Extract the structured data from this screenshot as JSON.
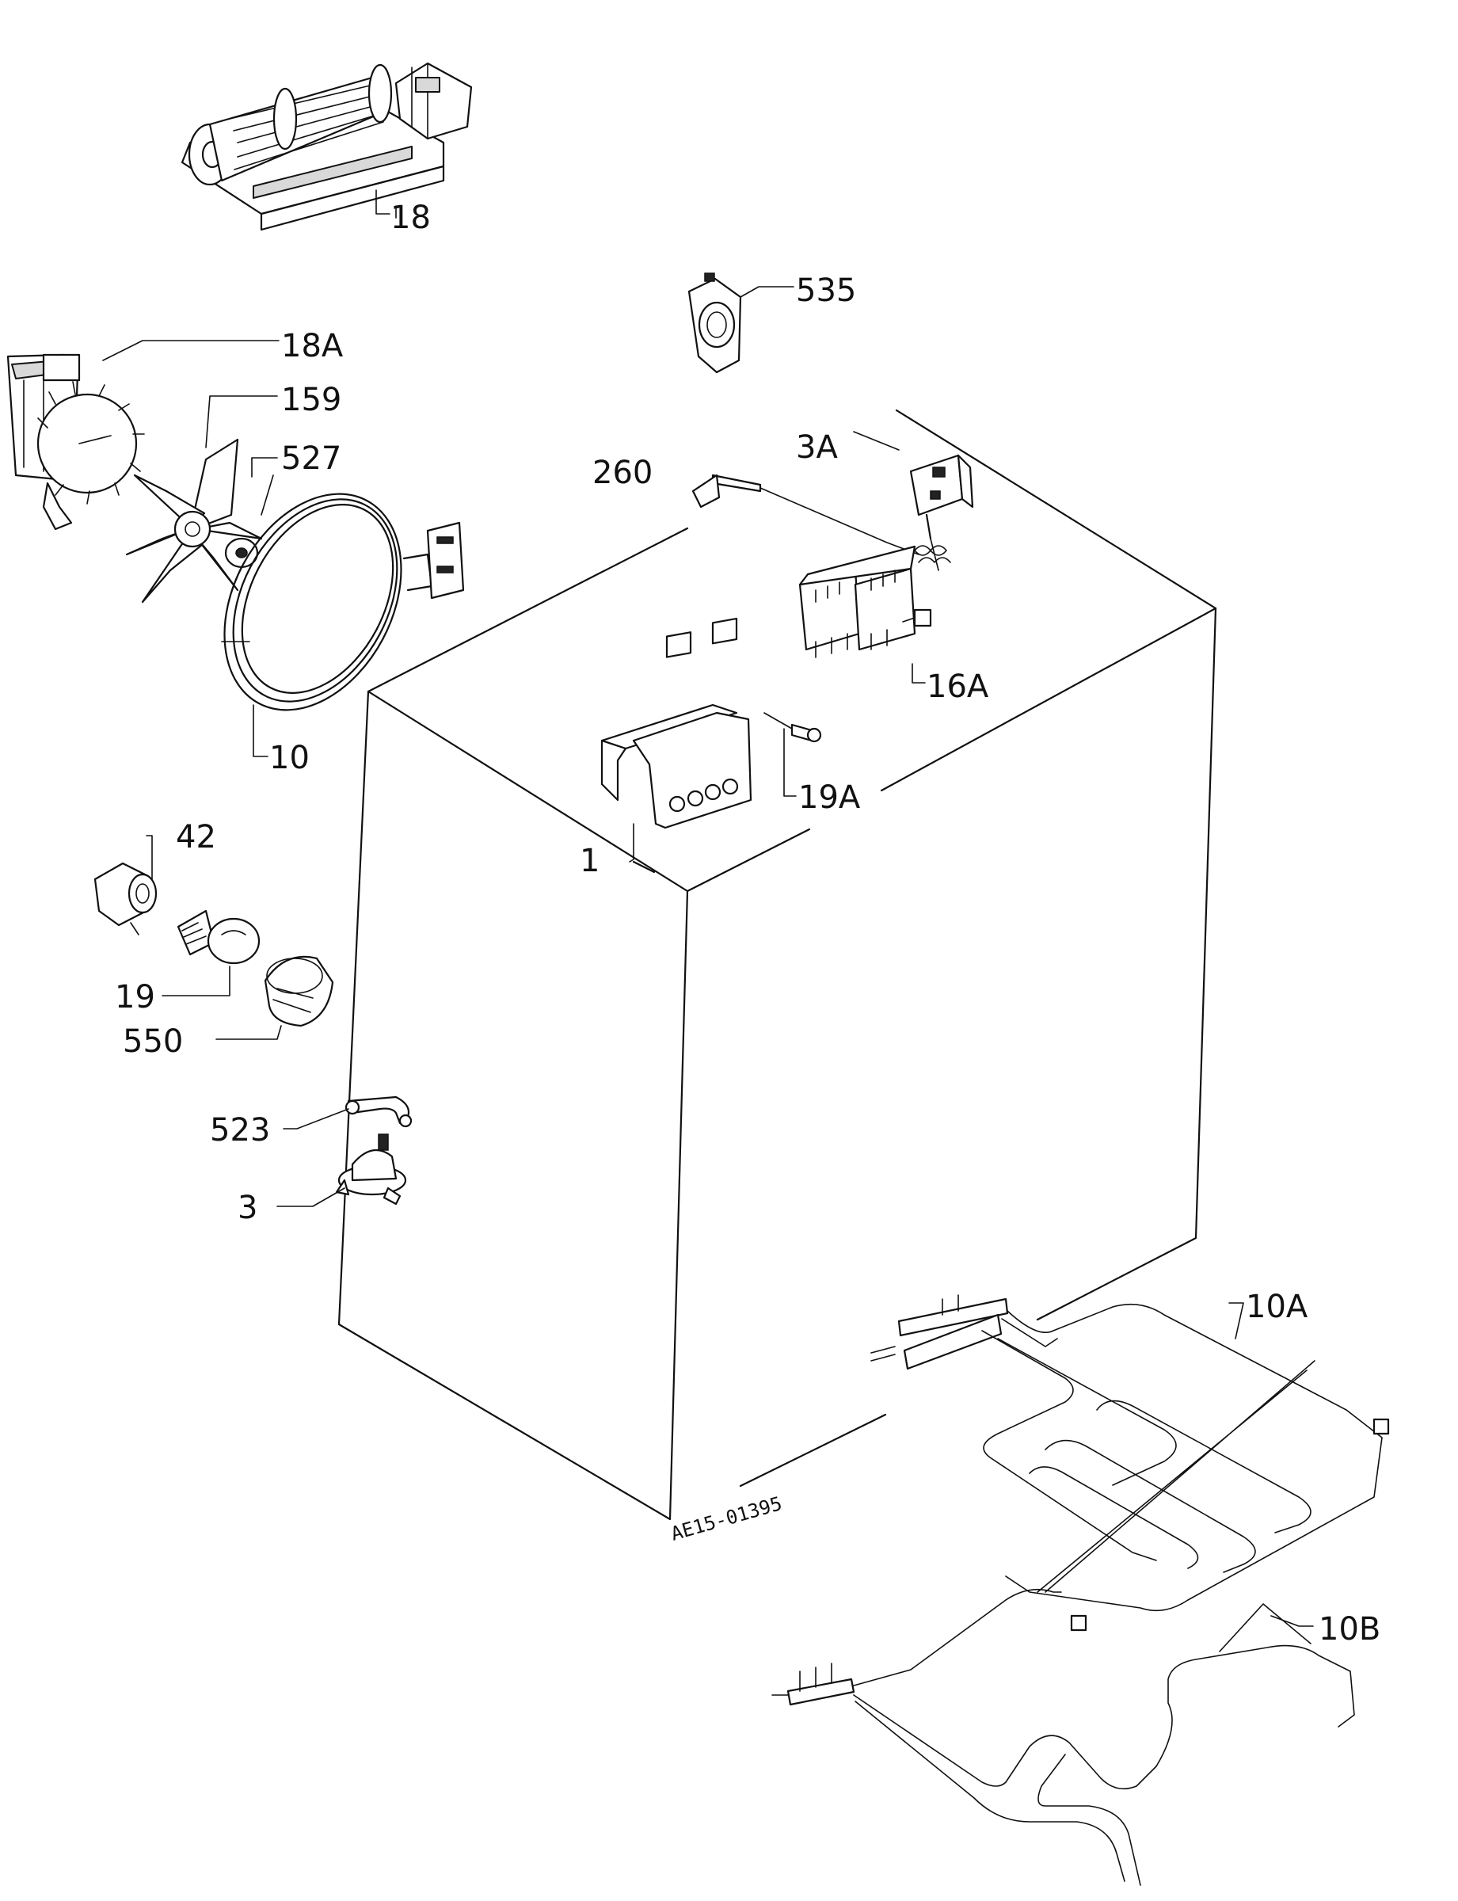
{
  "diagram": {
    "drawing_code": "AE15-01395",
    "callouts": [
      {
        "id": "c18",
        "text": "18"
      },
      {
        "id": "c535",
        "text": "535"
      },
      {
        "id": "c18A",
        "text": "18A"
      },
      {
        "id": "c159",
        "text": "159"
      },
      {
        "id": "c527",
        "text": "527"
      },
      {
        "id": "c260",
        "text": "260"
      },
      {
        "id": "c3A",
        "text": "3A"
      },
      {
        "id": "c16A",
        "text": "16A"
      },
      {
        "id": "c10",
        "text": "10"
      },
      {
        "id": "c19A",
        "text": "19A"
      },
      {
        "id": "c1",
        "text": "1"
      },
      {
        "id": "c42",
        "text": "42"
      },
      {
        "id": "c19",
        "text": "19"
      },
      {
        "id": "c550",
        "text": "550"
      },
      {
        "id": "c523",
        "text": "523"
      },
      {
        "id": "c3",
        "text": "3"
      },
      {
        "id": "c10A",
        "text": "10A"
      },
      {
        "id": "c10B",
        "text": "10B"
      }
    ]
  }
}
